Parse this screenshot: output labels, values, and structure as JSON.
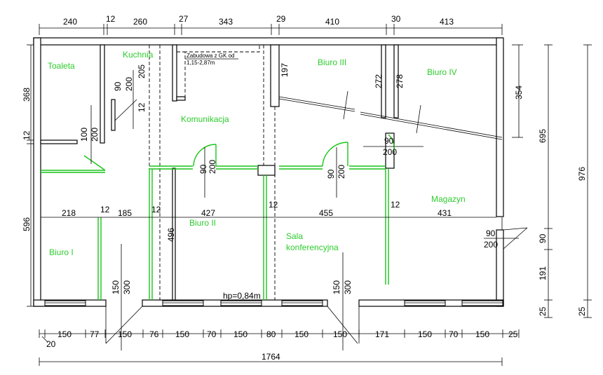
{
  "plan": {
    "top_dims": [
      "240",
      "12",
      "260",
      "27",
      "343",
      "29",
      "410",
      "30",
      "413"
    ],
    "rooms": {
      "toaleta": "Toaleta",
      "kuchnia": "Kuchnia",
      "komunikacja": "Komunikacja",
      "biuro3": "Biuro III",
      "biuro4": "Biuro IV",
      "magazyn": "Magazyn",
      "biuro1": "Biuro I",
      "biuro2": "Biuro II",
      "sala1": "Sala",
      "sala2": "konferencyjna"
    },
    "note1": "Zabudowa z GK od",
    "note2": "1,15-2,87m",
    "hp": "hp=0,84m",
    "left_dims": [
      "368",
      "12",
      "596"
    ],
    "right_dims": [
      "354",
      "695",
      "976",
      "90",
      "191",
      "25",
      "25"
    ],
    "inner": {
      "kuch_90": "90",
      "kuch_200": "200",
      "kuch_205": "205",
      "kuch_12": "12",
      "toal_100": "100",
      "toal_200": "200",
      "kom_90": "90",
      "kom_200": "200",
      "b3_197": "197",
      "b3_272": "272",
      "b4_278": "278",
      "d_90a": "90",
      "d_200a": "200",
      "s_90": "90",
      "s_200": "200",
      "m_90": "90",
      "m_200": "200",
      "mid_218": "218",
      "mid_12a": "12",
      "mid_185": "185",
      "mid_12b": "12",
      "mid_427": "427",
      "mid_12c": "12",
      "mid_455": "455",
      "mid_12d": "12",
      "mid_431": "431",
      "b2_496": "496",
      "b1_150": "150",
      "b1_300": "300",
      "s2_150": "150",
      "s2_300": "300"
    },
    "bottom_dims": [
      "20",
      "150",
      "77",
      "150",
      "76",
      "150",
      "70",
      "150",
      "80",
      "150",
      "150",
      "171",
      "150",
      "70",
      "150",
      "25"
    ],
    "total": "1764"
  }
}
